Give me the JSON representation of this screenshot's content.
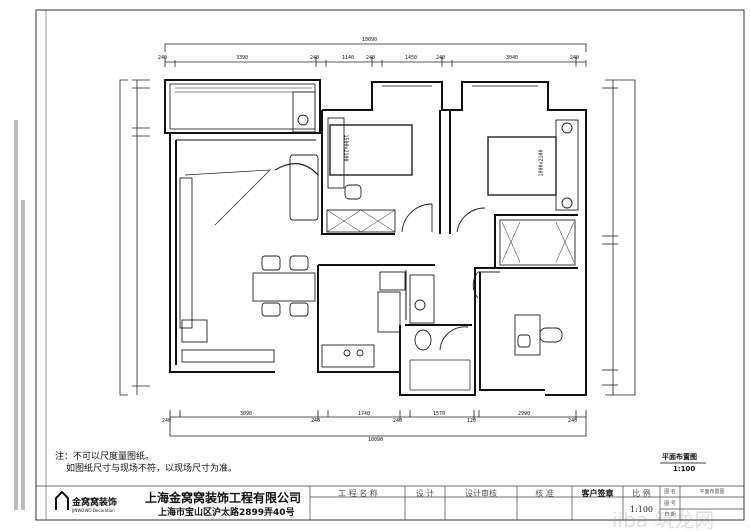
{
  "drawing": {
    "title": "平面布置图",
    "scale": "1:100",
    "notes": [
      "注：不可以尺度量图纸。",
      "如图纸尺寸与现场不符，以现场尺寸为准。"
    ]
  },
  "dimensions": {
    "top_total": "10090",
    "top": [
      "240",
      "3390",
      "240",
      "1140",
      "240",
      "1450",
      "240",
      "3040",
      "240"
    ],
    "bottom_total": "10090",
    "bottom": [
      "240",
      "3090",
      "240",
      "1740",
      "240",
      "1570",
      "120",
      "2990",
      "240"
    ]
  },
  "furniture_labels": {
    "bed_1": "1500x2100",
    "bed_2": "1800x2100"
  },
  "title_block": {
    "logo_text": "金窝窝装饰",
    "logo_sub": "JINWOWO Decoration",
    "company": "上海金窝窝装饰工程有限公司",
    "address": "上海市宝山区沪太路2899弄40号",
    "headers": [
      "工 程 名 称",
      "设  计",
      "设计审核",
      "核  准",
      "客户签章",
      "比 例"
    ],
    "scale_value": "1:100",
    "side_labels": [
      "图 名",
      "图 号",
      "日 期"
    ],
    "drawing_name": "平面布置图"
  }
}
